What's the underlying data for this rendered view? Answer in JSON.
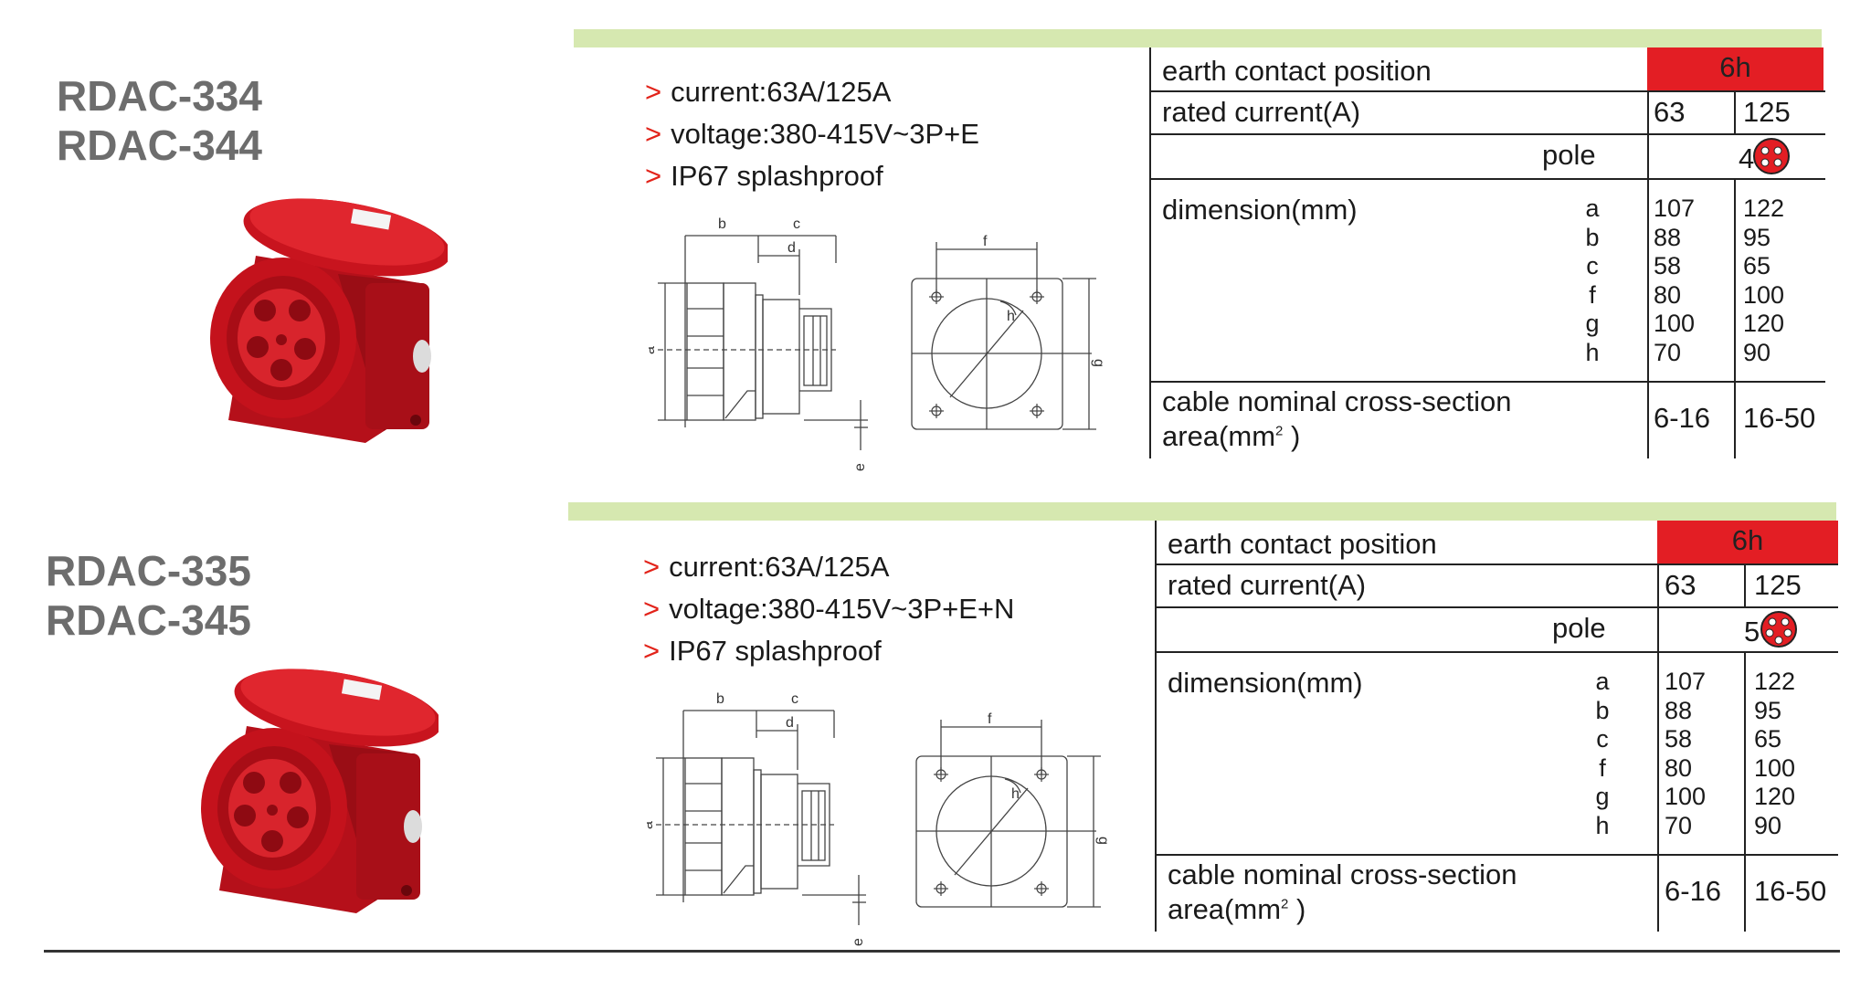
{
  "products": [
    {
      "models": [
        "RDAC-334",
        "RDAC-344"
      ],
      "features": [
        "current:63A/125A",
        "voltage:380-415V~3P+E",
        "IP67 splashproof"
      ],
      "feature_marker": ">",
      "drawing_labels": {
        "b": "b",
        "c": "c",
        "d": "d",
        "a": "a",
        "e": "e",
        "f": "f",
        "g": "g",
        "h": "h"
      },
      "spec": {
        "earth_label": "earth contact position",
        "earth_value": "6h",
        "rated_label": "rated current(A)",
        "rated_values": [
          "63",
          "125"
        ],
        "pole_label": "pole",
        "pole_value": "4",
        "dimension_label": "dimension(mm)",
        "dim_letters": [
          "a",
          "b",
          "c",
          "f",
          "g",
          "h"
        ],
        "dim_col1": [
          "107",
          "88",
          "58",
          "80",
          "100",
          "70"
        ],
        "dim_col2": [
          "122",
          "95",
          "65",
          "100",
          "120",
          "90"
        ],
        "cable_label_1": "cable nominal cross-section",
        "cable_label_2": "area(mm",
        "cable_sup": "2",
        "cable_label_3": " )",
        "cable_values": [
          "6-16",
          "16-50"
        ]
      },
      "pins": 4
    },
    {
      "models": [
        "RDAC-335",
        "RDAC-345"
      ],
      "features": [
        "current:63A/125A",
        "voltage:380-415V~3P+E+N",
        "IP67 splashproof"
      ],
      "feature_marker": ">",
      "drawing_labels": {
        "b": "b",
        "c": "c",
        "d": "d",
        "a": "a",
        "e": "e",
        "f": "f",
        "g": "g",
        "h": "h"
      },
      "spec": {
        "earth_label": "earth contact position",
        "earth_value": "6h",
        "rated_label": "rated current(A)",
        "rated_values": [
          "63",
          "125"
        ],
        "pole_label": "pole",
        "pole_value": "5",
        "dimension_label": "dimension(mm)",
        "dim_letters": [
          "a",
          "b",
          "c",
          "f",
          "g",
          "h"
        ],
        "dim_col1": [
          "107",
          "88",
          "58",
          "80",
          "100",
          "70"
        ],
        "dim_col2": [
          "122",
          "95",
          "65",
          "100",
          "120",
          "90"
        ],
        "cable_label_1": "cable nominal cross-section",
        "cable_label_2": "area(mm",
        "cable_sup": "2",
        "cable_label_3": " )",
        "cable_values": [
          "6-16",
          "16-50"
        ]
      },
      "pins": 5
    }
  ],
  "colors": {
    "accent_red": "#e31e24",
    "band_green": "#d6e8b0",
    "model_gray": "#6d6d6d",
    "socket_red": "#d1131c"
  }
}
